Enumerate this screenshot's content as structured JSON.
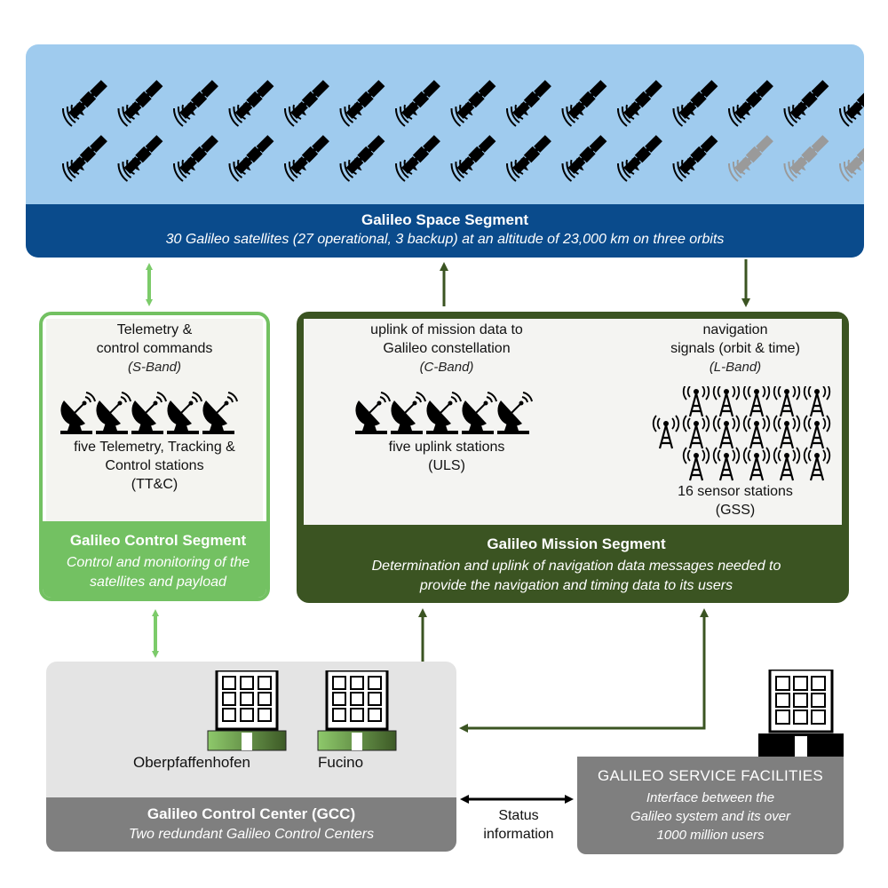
{
  "space": {
    "title": "Galileo Space Segment",
    "subtitle": "30 Galileo satellites (27 operational, 3 backup) at an altitude of 23,000 km on three orbits"
  },
  "control": {
    "label_line1": "Telemetry &",
    "label_line2": "control commands",
    "band": "(S-Band)",
    "stations_line1": "five Telemetry, Tracking &",
    "stations_line2": "Control stations",
    "stations_line3": "(TT&C)",
    "title": "Galileo Control Segment",
    "subtitle_line1": "Control and monitoring of the",
    "subtitle_line2": "satellites and payload"
  },
  "mission": {
    "uplink_line1": "uplink of mission data to",
    "uplink_line2": "Galileo constellation",
    "uplink_band": "(C-Band)",
    "uplink_stations_line1": "five uplink stations",
    "uplink_stations_line2": "(ULS)",
    "nav_line1": "navigation",
    "nav_line2": "signals (orbit & time)",
    "nav_band": "(L-Band)",
    "sensor_line1": "16 sensor stations",
    "sensor_line2": "(GSS)",
    "title": "Galileo Mission Segment",
    "subtitle_line1": "Determination and uplink of navigation data messages needed to",
    "subtitle_line2": "provide the navigation and timing data to its users"
  },
  "gcc": {
    "site1": "Oberpfaffenhofen",
    "site2": "Fucino",
    "title": "Galileo Control Center (GCC)",
    "subtitle": "Two redundant Galileo Control Centers"
  },
  "status": {
    "line1": "Status",
    "line2": "information"
  },
  "facilities": {
    "title": "GALILEO SERVICE FACILITIES",
    "subtitle_line1": "Interface between the",
    "subtitle_line2": "Galileo system and its over",
    "subtitle_line3": "1000 million users"
  },
  "colors": {
    "space_bg": "#9fcbee",
    "space_band": "#0a4b8c",
    "control_green": "#73c162",
    "mission_green": "#3b5422",
    "gray": "#7f7f7f"
  },
  "icons": [
    "satellite-icon",
    "dish-antenna-icon",
    "sensor-tower-icon",
    "building-icon"
  ]
}
